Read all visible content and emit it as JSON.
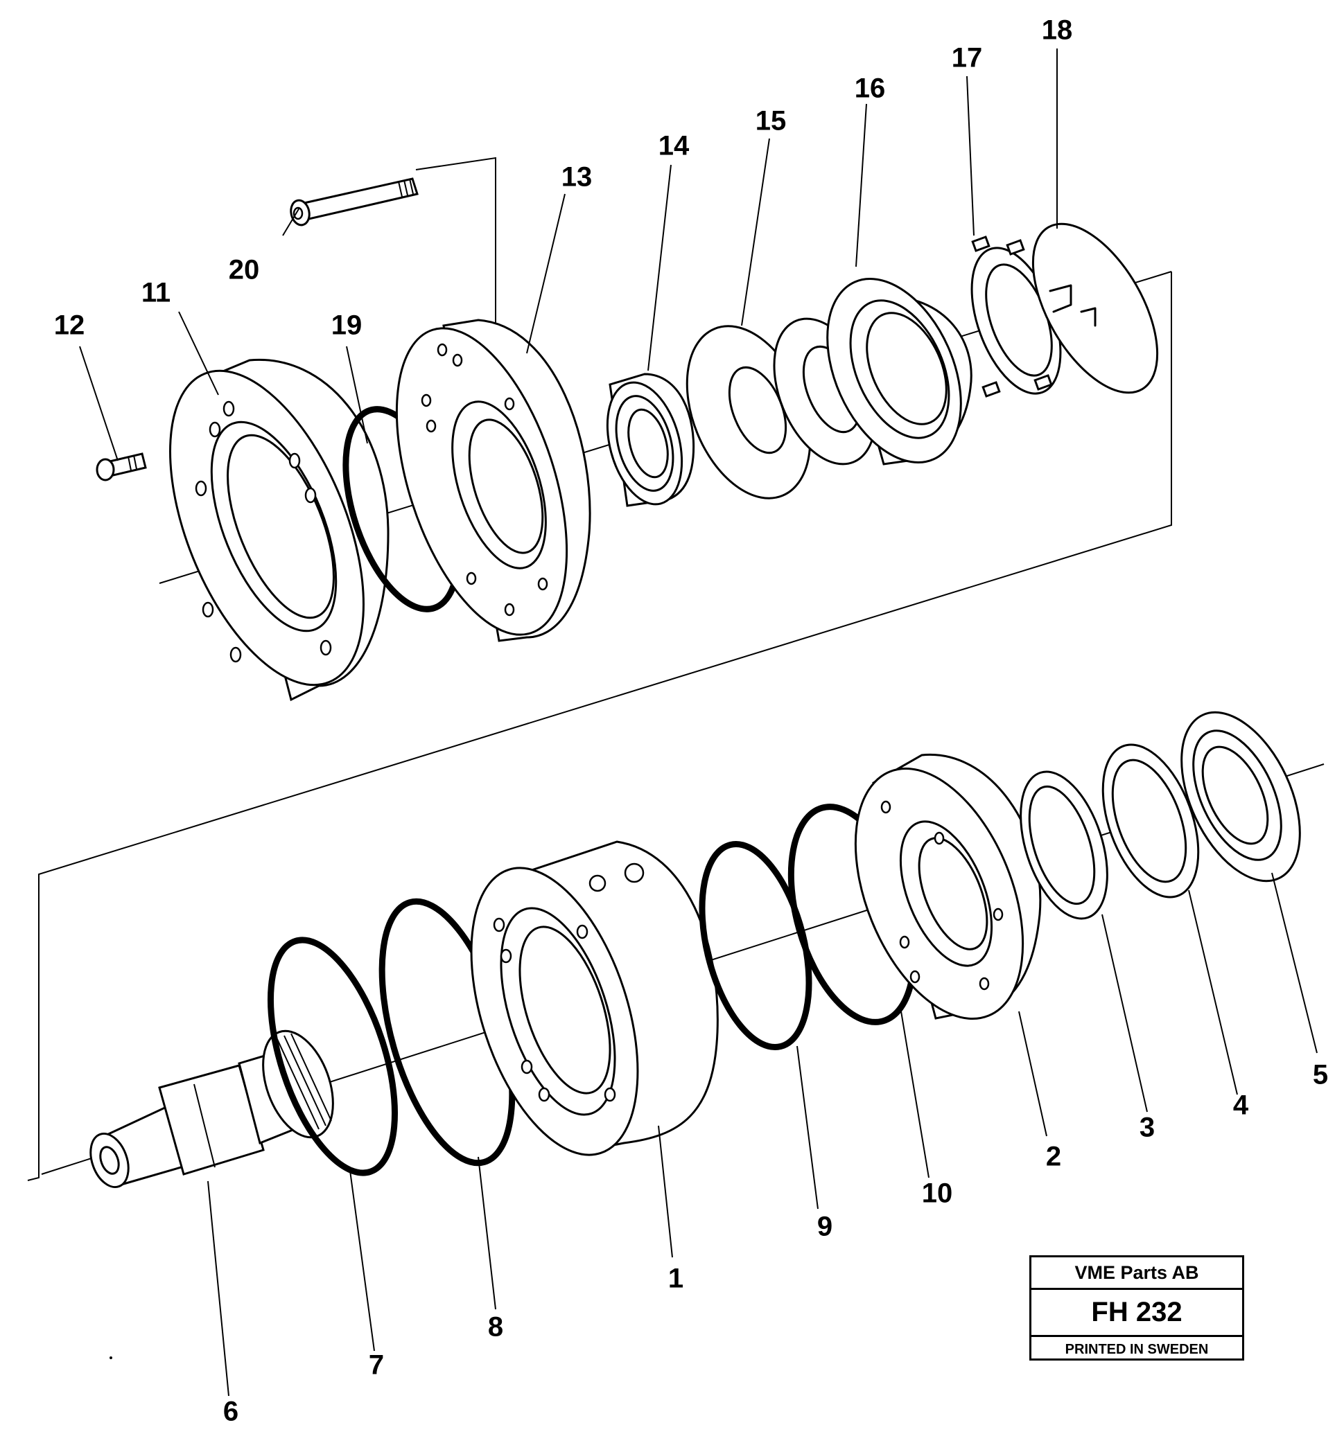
{
  "callouts": [
    {
      "id": "callout-1",
      "label": "1"
    },
    {
      "id": "callout-2",
      "label": "2"
    },
    {
      "id": "callout-3",
      "label": "3"
    },
    {
      "id": "callout-4",
      "label": "4"
    },
    {
      "id": "callout-5",
      "label": "5"
    },
    {
      "id": "callout-6",
      "label": "6"
    },
    {
      "id": "callout-7",
      "label": "7"
    },
    {
      "id": "callout-8",
      "label": "8"
    },
    {
      "id": "callout-9",
      "label": "9"
    },
    {
      "id": "callout-10",
      "label": "10"
    },
    {
      "id": "callout-11",
      "label": "11"
    },
    {
      "id": "callout-12",
      "label": "12"
    },
    {
      "id": "callout-13",
      "label": "13"
    },
    {
      "id": "callout-14",
      "label": "14"
    },
    {
      "id": "callout-15",
      "label": "15"
    },
    {
      "id": "callout-16",
      "label": "16"
    },
    {
      "id": "callout-17",
      "label": "17"
    },
    {
      "id": "callout-18",
      "label": "18"
    },
    {
      "id": "callout-19",
      "label": "19"
    },
    {
      "id": "callout-20",
      "label": "20"
    }
  ],
  "title_block": {
    "company": "VME Parts AB",
    "code": "FH 232",
    "printed": "PRINTED IN SWEDEN"
  }
}
